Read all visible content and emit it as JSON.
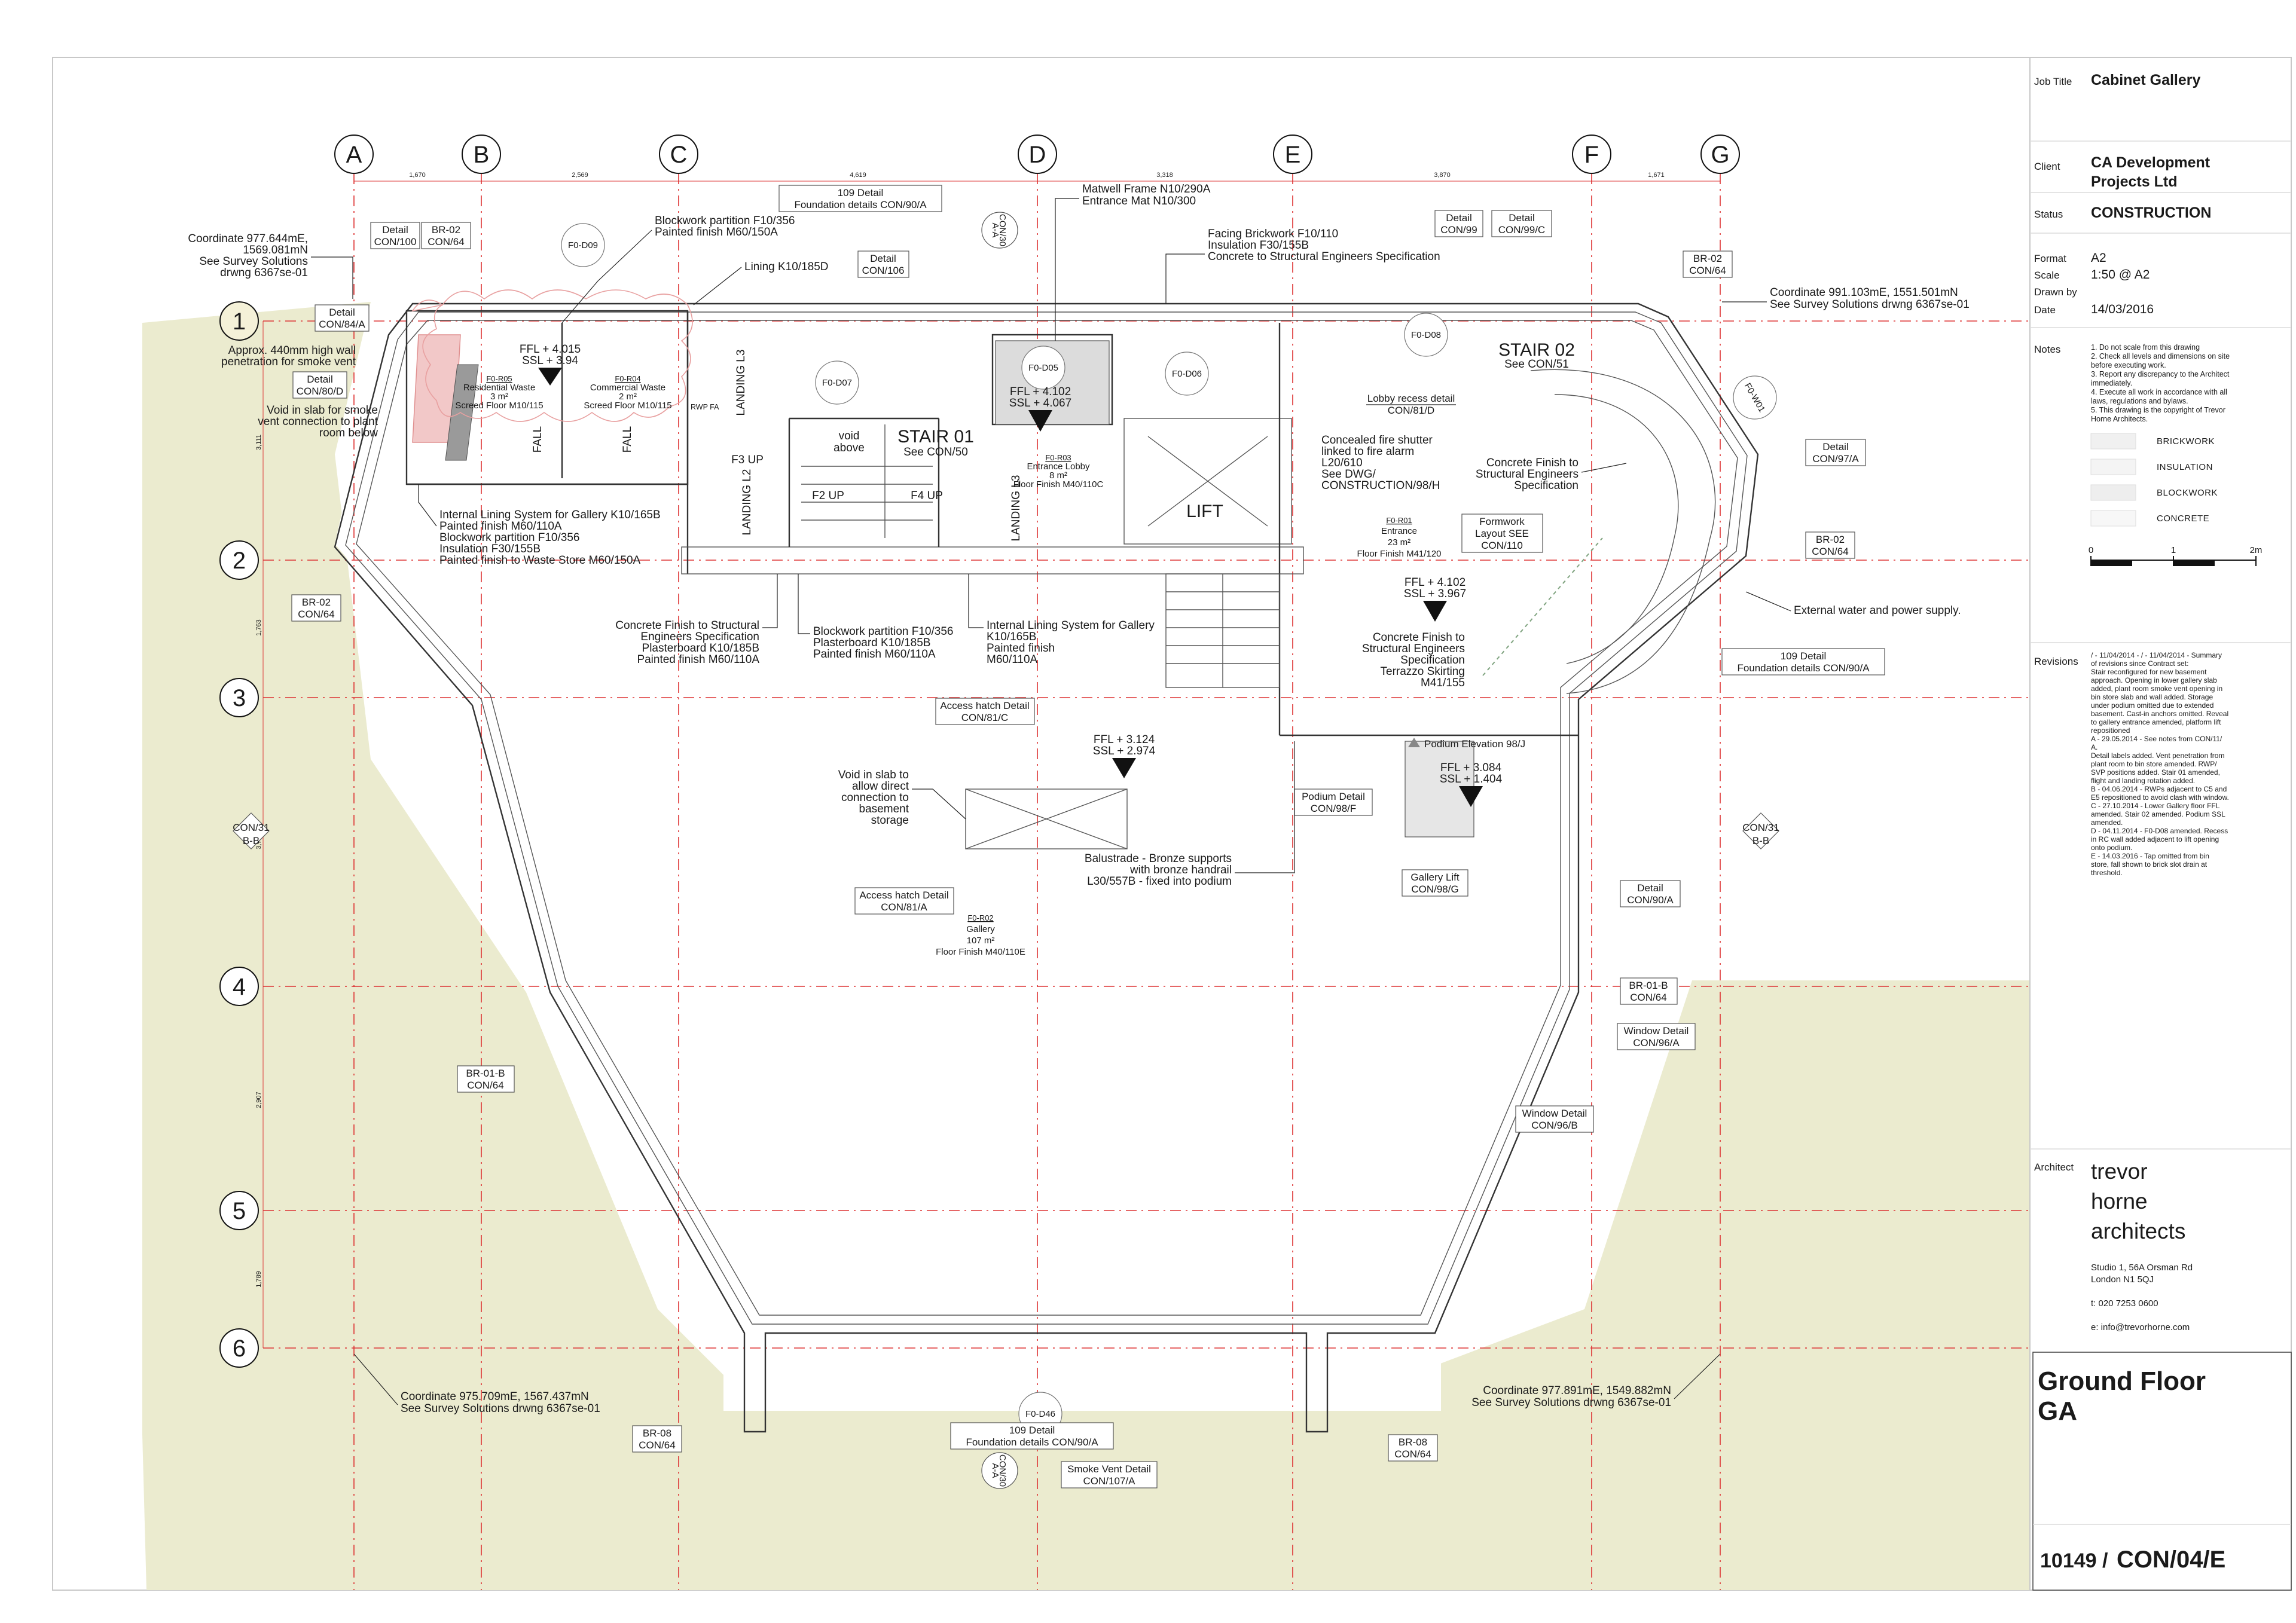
{
  "title_block": {
    "job_title_label": "Job Title",
    "job_title": "Cabinet Gallery",
    "client_label": "Client",
    "client_line1": "CA Development",
    "client_line2": "Projects Ltd",
    "status_label": "Status",
    "status": "CONSTRUCTION",
    "format_label": "Format",
    "format": "A2",
    "scale_label": "Scale",
    "scale": "1:50 @ A2",
    "drawn_by_label": "Drawn by",
    "date_label": "Date",
    "date": "14/03/2016",
    "notes_label": "Notes",
    "notes": [
      "1. Do not scale from this drawing",
      "2. Check all levels and dimensions on site",
      "before executing work.",
      "3. Report any discrepancy to the Architect",
      "immediately.",
      "4. Execute all work in accordance with all",
      "laws, regulations and bylaws.",
      "5. This drawing is the copyright of Trevor",
      "Horne Architects."
    ],
    "legend": [
      "BRICKWORK",
      "INSULATION",
      "BLOCKWORK",
      "CONCRETE"
    ],
    "scale_bar": {
      "start": "0",
      "mid": "1",
      "end": "2m"
    },
    "revisions_label": "Revisions",
    "revisions": [
      "/ - 11/04/2014 - / - 11/04/2014 - Summary",
      "of revisions since Contract set:",
      "Stair reconfigured for new basement",
      "approach. Opening in lower gallery slab",
      "added, plant room smoke vent opening in",
      "bin store slab and wall added. Storage",
      "under podium omitted due to extended",
      "basement. Cast-in anchors omitted. Reveal",
      "to gallery entrance amended, platform lift",
      "repositioned",
      "A - 29.05.2014 - See notes from CON/11/",
      "A.",
      "Detail labels added. Vent penetration from",
      "plant room to bin store amended. RWP/",
      "SVP positions added. Stair 01 amended,",
      "flight and landing rotation added.",
      "B - 04.06.2014 - RWPs adjacent to C5 and",
      "E5 repositioned to avoid clash with window.",
      "C - 27.10.2014 - Lower Gallery floor FFL",
      "amended. Stair 02 amended. Podium SSL",
      "amended.",
      "D - 04.11.2014 - F0-D08 amended. Recess",
      "in RC wall added adjacent to lift opening",
      "onto podium.",
      "E - 14.03.2016 - Tap omitted from bin",
      "store, fall shown to brick slot drain at",
      "threshold."
    ],
    "architect_label": "Architect",
    "architect_name": [
      "trevor",
      "horne",
      "architects"
    ],
    "architect_address": [
      "Studio 1, 56A Orsman Rd",
      "London  N1 5QJ"
    ],
    "architect_tel": "t: 020 7253 0600",
    "architect_email": "e: info@trevorhorne.com",
    "drawing_title_line1": "Ground Floor",
    "drawing_title_line2": "GA",
    "job_number": "10149 /",
    "drawing_number": "CON/04/E"
  },
  "grid": {
    "columns": [
      "A",
      "B",
      "C",
      "D",
      "E",
      "F",
      "G"
    ],
    "rows": [
      "1",
      "2",
      "3",
      "4",
      "5",
      "6"
    ],
    "col_dims": [
      "1,670",
      "2,569",
      "4,619",
      "3,318",
      "3,870",
      "1,671"
    ],
    "row_dims": [
      "3,111",
      "1,763",
      "3,71",
      "2,907",
      "1,789"
    ]
  },
  "rooms": {
    "f0r05": {
      "id": "F0-R05",
      "name": "Residential Waste",
      "area": "3 m²",
      "finish": "Screed Floor M10/115"
    },
    "f0r04": {
      "id": "F0-R04",
      "name": "Commercial Waste",
      "area": "2 m²",
      "finish": "Screed Floor M10/115"
    },
    "f0r03": {
      "id": "F0-R03",
      "name": "Entrance Lobby",
      "area": "8 m²",
      "finish": "Floor Finish M40/110C"
    },
    "f0r01": {
      "id": "F0-R01",
      "name": "Entrance",
      "area": "23 m²",
      "finish": "Floor Finish M41/120"
    },
    "f0r02": {
      "id": "F0-R02",
      "name": "Gallery",
      "area": "107 m²",
      "finish": "Floor Finish M40/110E"
    }
  },
  "doors": [
    "F0-D09",
    "F0-D07",
    "F0-D05",
    "F0-D06",
    "F0-D08",
    "F0-W01",
    "F0-D46"
  ],
  "levels": {
    "l1": [
      "FFL + 4.015",
      "SSL + 3.94"
    ],
    "l2": [
      "FFL + 4.102",
      "SSL + 4.067"
    ],
    "l3": [
      "FFL + 4.102",
      "SSL + 3.967"
    ],
    "l4": [
      "FFL + 3.124",
      "SSL + 2.974"
    ],
    "l5": [
      "FFL + 3.084",
      "SSL + 1.404"
    ]
  },
  "labels": {
    "stair01": "STAIR 01",
    "stair01_ref": "See CON/50",
    "stair02": "STAIR 02",
    "stair02_ref": "See CON/51",
    "lift": "LIFT",
    "landing_l3": "LANDING L3",
    "landing_l2": "LANDING L2",
    "landing_l3b": "LANDING L3",
    "void_above": [
      "void",
      "above"
    ],
    "f3up": "F3 UP",
    "f2up": "F2 UP",
    "f4up": "F4 UP",
    "fall1": "FALL",
    "fall2": "FALL",
    "rwp": "RWP FA"
  },
  "tags": {
    "detail_con100": [
      "Detail",
      "CON/100"
    ],
    "br02_tl": [
      "BR-02",
      "CON/64"
    ],
    "detail_con84a": [
      "Detail",
      "CON/84/A"
    ],
    "detail_con80d": [
      "Detail",
      "CON/80/D"
    ],
    "detail109_top": [
      "109 Detail",
      "Foundation details CON/90/A"
    ],
    "detail_con106": [
      "Detail",
      "CON/106"
    ],
    "detail_con99": [
      "Detail",
      "CON/99"
    ],
    "detail_con99c": [
      "Detail",
      "CON/99/C"
    ],
    "br02_tr": [
      "BR-02",
      "CON/64"
    ],
    "detail_con97a": [
      "Detail",
      "CON/97/A"
    ],
    "br02_r": [
      "BR-02",
      "CON/64"
    ],
    "br02_l": [
      "BR-02",
      "CON/64"
    ],
    "detail109_r": [
      "109 Detail",
      "Foundation details CON/90/A"
    ],
    "lobby_recess": [
      "Lobby recess detail",
      "CON/81/D"
    ],
    "formwork": [
      "Formwork",
      "Layout SEE",
      "CON/110"
    ],
    "access_hatch_top": [
      "Access hatch Detail",
      "CON/81/C"
    ],
    "access_hatch_bot": [
      "Access hatch Detail",
      "CON/81/A"
    ],
    "podium_detail": [
      "Podium Detail",
      "CON/98/F"
    ],
    "gallery_lift": [
      "Gallery Lift",
      "CON/98/G"
    ],
    "podium_elev": "Podium Elevation 98/J",
    "con31_l": [
      "CON/31",
      "B-B"
    ],
    "con31_r": [
      "CON/31",
      "B-B"
    ],
    "detail_con90a": [
      "Detail",
      "CON/90/A"
    ],
    "br01b_r": [
      "BR-01-B",
      "CON/64"
    ],
    "window_96a": [
      "Window Detail",
      "CON/96/A"
    ],
    "window_96b": [
      "Window Detail",
      "CON/96/B"
    ],
    "br01b_l": [
      "BR-01-B",
      "CON/64"
    ],
    "br08_l": [
      "BR-08",
      "CON/64"
    ],
    "br08_r": [
      "BR-08",
      "CON/64"
    ],
    "detail109_bot": [
      "109 Detail",
      "Foundation details CON/90/A"
    ],
    "smoke_vent": [
      "Smoke Vent Detail",
      "CON/107/A"
    ],
    "con30_top": [
      "CON/30",
      "A-A"
    ],
    "con30_bot": [
      "CON/30",
      "A-A"
    ]
  },
  "annotations": {
    "coord_tl": [
      "Coordinate 977.644mE,",
      "1569.081mN",
      "See Survey Solutions",
      "drwng 6367se-01"
    ],
    "coord_tr": [
      "Coordinate 991.103mE, 1551.501mN",
      "See Survey Solutions drwng 6367se-01"
    ],
    "coord_bl": [
      "Coordinate 975.709mE, 1567.437mN",
      "See Survey Solutions drwng 6367se-01"
    ],
    "coord_br": [
      "Coordinate 977.891mE, 1549.882mN",
      "See Survey Solutions drwng 6367se-01"
    ],
    "wall_pen": [
      "Approx. 440mm high wall",
      "penetration for smoke vent"
    ],
    "void_smoke": [
      "Void in slab for smoke",
      "vent connection to plant",
      "room below"
    ],
    "blockwork_top": [
      "Blockwork partition F10/356",
      "Painted finish M60/150A"
    ],
    "lining": "Lining K10/185D",
    "matwell": [
      "Matwell Frame N10/290A",
      "Entrance Mat N10/300"
    ],
    "facing": [
      "Facing Brickwork F10/110",
      "Insulation F30/155B",
      "Concrete to Structural Engineers Specification"
    ],
    "internal_lining_left": [
      "Internal Lining System for Gallery K10/165B",
      "Painted finish M60/110A",
      "Blockwork partition F10/356",
      "Insulation F30/155B",
      "Painted finish to Waste Store M60/150A"
    ],
    "shutter": [
      "Concealed fire shutter",
      "linked to fire alarm",
      "L20/610"
    ],
    "shutter_red": [
      "See DWG/",
      "CONSTRUCTION/98/H"
    ],
    "concrete_finish_right": [
      "Concrete Finish to",
      "Structural Engineers",
      "Specification"
    ],
    "concrete_finish_left": [
      "Concrete Finish to Structural",
      "Engineers Specification",
      "Plasterboard K10/185B",
      "Painted finish M60/110A"
    ],
    "blockwork_mid": [
      "Blockwork partition F10/356",
      "Plasterboard K10/185B",
      "Painted finish M60/110A"
    ],
    "internal_lining_mid": [
      "Internal Lining System for Gallery",
      "K10/165B",
      "Painted finish",
      "M60/110A"
    ],
    "concrete_terrazzo": [
      "Concrete Finish to",
      "Structural Engineers",
      "Specification",
      "Terrazzo Skirting",
      "M41/155"
    ],
    "external_water": "External water and power supply.",
    "void_basement": [
      "Void in slab to",
      "allow direct",
      "connection to",
      "basement",
      "storage"
    ],
    "balustrade": [
      "Balustrade - Bronze supports",
      "with bronze handrail",
      "L30/557B - fixed into podium"
    ]
  }
}
